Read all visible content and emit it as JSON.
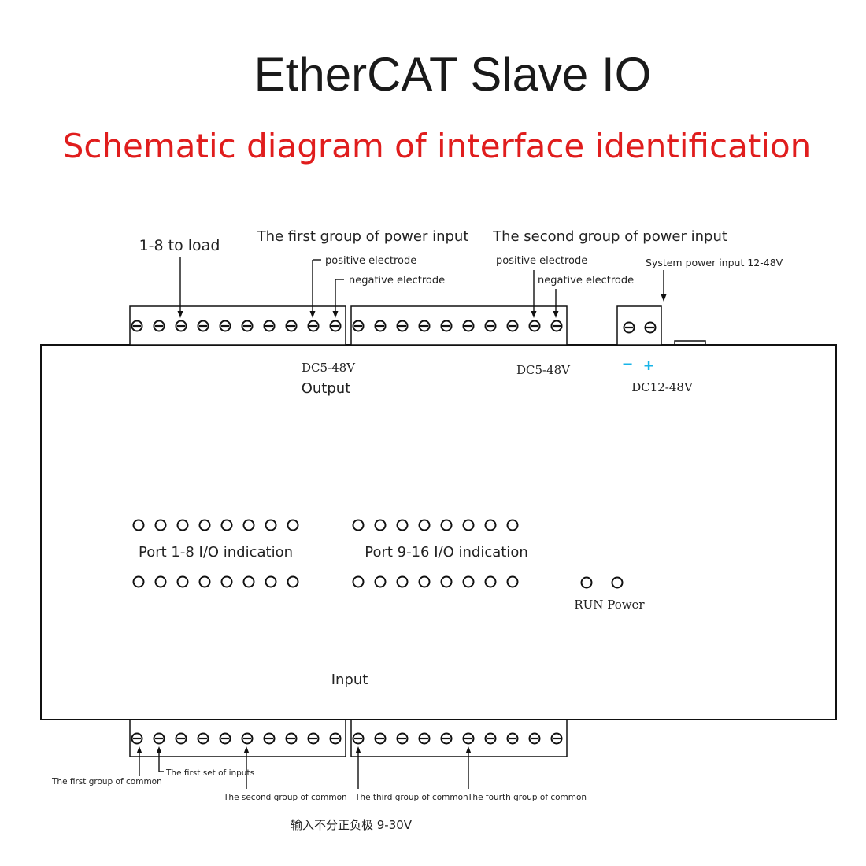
{
  "title": "EtherCAT Slave IO",
  "subtitle": "Schematic diagram of interface identification",
  "colors": {
    "subtitle": "#e01d1d",
    "accent": "#18b4e8",
    "line": "#111111"
  },
  "labels": {
    "to_load": "1-8 to load",
    "power_group_1": "The first group of power input",
    "power_group_2": "The second group of power input",
    "positive_1": "positive electrode",
    "negative_1": "negative electrode",
    "positive_2": "positive electrode",
    "negative_2": "negative electrode",
    "system_power": "System power input 12-48V",
    "dc_output_1": "DC5-48V",
    "output": "Output",
    "dc_output_2": "DC5-48V",
    "minus": "−",
    "plus": "+",
    "dc_system": "DC12-48V",
    "port_1_8": "Port 1-8 I/O indication",
    "port_9_16": "Port 9-16 I/O indication",
    "run_power": "RUN Power",
    "input": "Input",
    "common_1": "The first group of common",
    "inputs_1": "The first set of inputs",
    "common_2": "The second group of common",
    "common_3": "The third  group of common",
    "common_4": "The fourth  group of common",
    "input_note": "输入不分正负极  9-30V"
  },
  "icons": [
    "screw-terminal-icon",
    "led-indicator-icon",
    "arrow-pointer-icon"
  ]
}
